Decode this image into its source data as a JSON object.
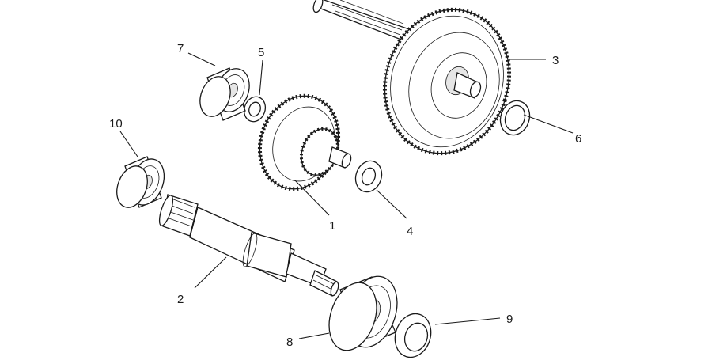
{
  "callouts": [
    {
      "id": "1",
      "label": "1"
    },
    {
      "id": "2",
      "label": "2"
    },
    {
      "id": "3",
      "label": "3"
    },
    {
      "id": "4",
      "label": "4"
    },
    {
      "id": "5",
      "label": "5"
    },
    {
      "id": "6",
      "label": "6"
    },
    {
      "id": "7",
      "label": "7"
    },
    {
      "id": "8",
      "label": "8"
    },
    {
      "id": "9",
      "label": "9"
    },
    {
      "id": "10",
      "label": "10"
    }
  ],
  "colors": {
    "ink": "#1a1a1a",
    "paper": "#ffffff",
    "shade": "#e6e6e6"
  }
}
